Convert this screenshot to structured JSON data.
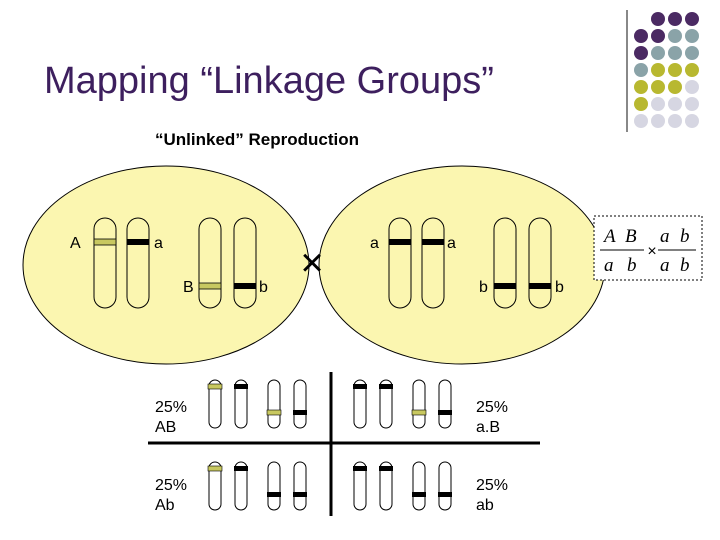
{
  "slide": {
    "title": "Mapping “Linkage Groups”",
    "subtitle": "“Unlinked” Reproduction"
  },
  "parents": {
    "left_labels": [
      "A",
      "a",
      "B",
      "b"
    ],
    "right_labels": [
      "a",
      "a",
      "b",
      "b"
    ],
    "cross_symbol": "×"
  },
  "cross_notation": {
    "left_top": [
      "A",
      "B"
    ],
    "left_bottom": [
      "a",
      "b"
    ],
    "right_top": [
      "a",
      "b"
    ],
    "right_bottom": [
      "a",
      "b"
    ],
    "symbol": "×"
  },
  "offspring": {
    "ab_upper_left": {
      "percent": "25%",
      "genotype": "AB"
    },
    "ab_upper_right": {
      "percent": "25%",
      "genotype": "a.B"
    },
    "ab_lower_left": {
      "percent": "25%",
      "genotype": "Ab"
    },
    "ab_lower_right": {
      "percent": "25%",
      "genotype": "ab"
    }
  },
  "colors": {
    "title": "#3d1f5e",
    "cell_fill": "#fbf6b0",
    "dominant_band": "#c8c860",
    "recessive_band": "#000000",
    "deco_purple": "#4b2a63",
    "deco_teal": "#8aa3a8",
    "deco_olive": "#b8b830",
    "deco_gray": "#d6d6e2"
  }
}
